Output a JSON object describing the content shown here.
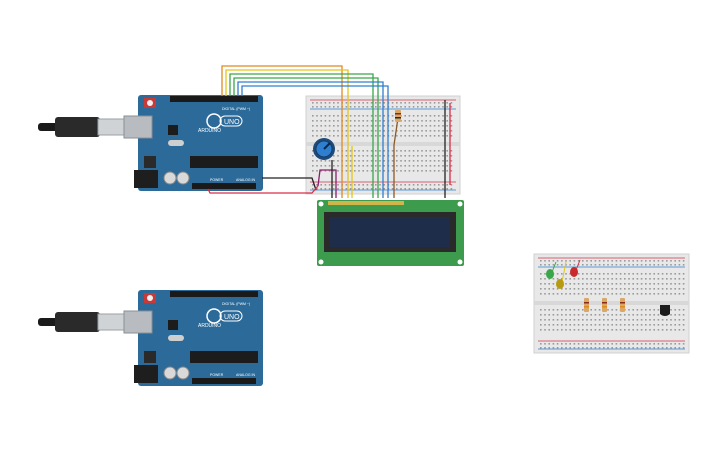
{
  "arduino_top": {
    "brand": "ARDUINO",
    "model": "UNO",
    "digital_label": "DIGITAL (PWM ~)",
    "power_label": "POWER",
    "analog_label": "ANALOG IN"
  },
  "arduino_bottom": {
    "brand": "ARDUINO",
    "model": "UNO",
    "digital_label": "DIGITAL (PWM ~)",
    "power_label": "POWER",
    "analog_label": "ANALOG IN"
  },
  "colors": {
    "board_blue": "#2b6a99",
    "breadboard": "#e8e8e8",
    "lcd_green": "#3c9b4c",
    "lcd_screen": "#1e2d4a",
    "wire_orange": "#e08a1e",
    "wire_yellow": "#e5c51a",
    "wire_green": "#3aa64b",
    "wire_blue": "#2f7fd0",
    "wire_black": "#222222",
    "wire_red": "#d6304a"
  }
}
